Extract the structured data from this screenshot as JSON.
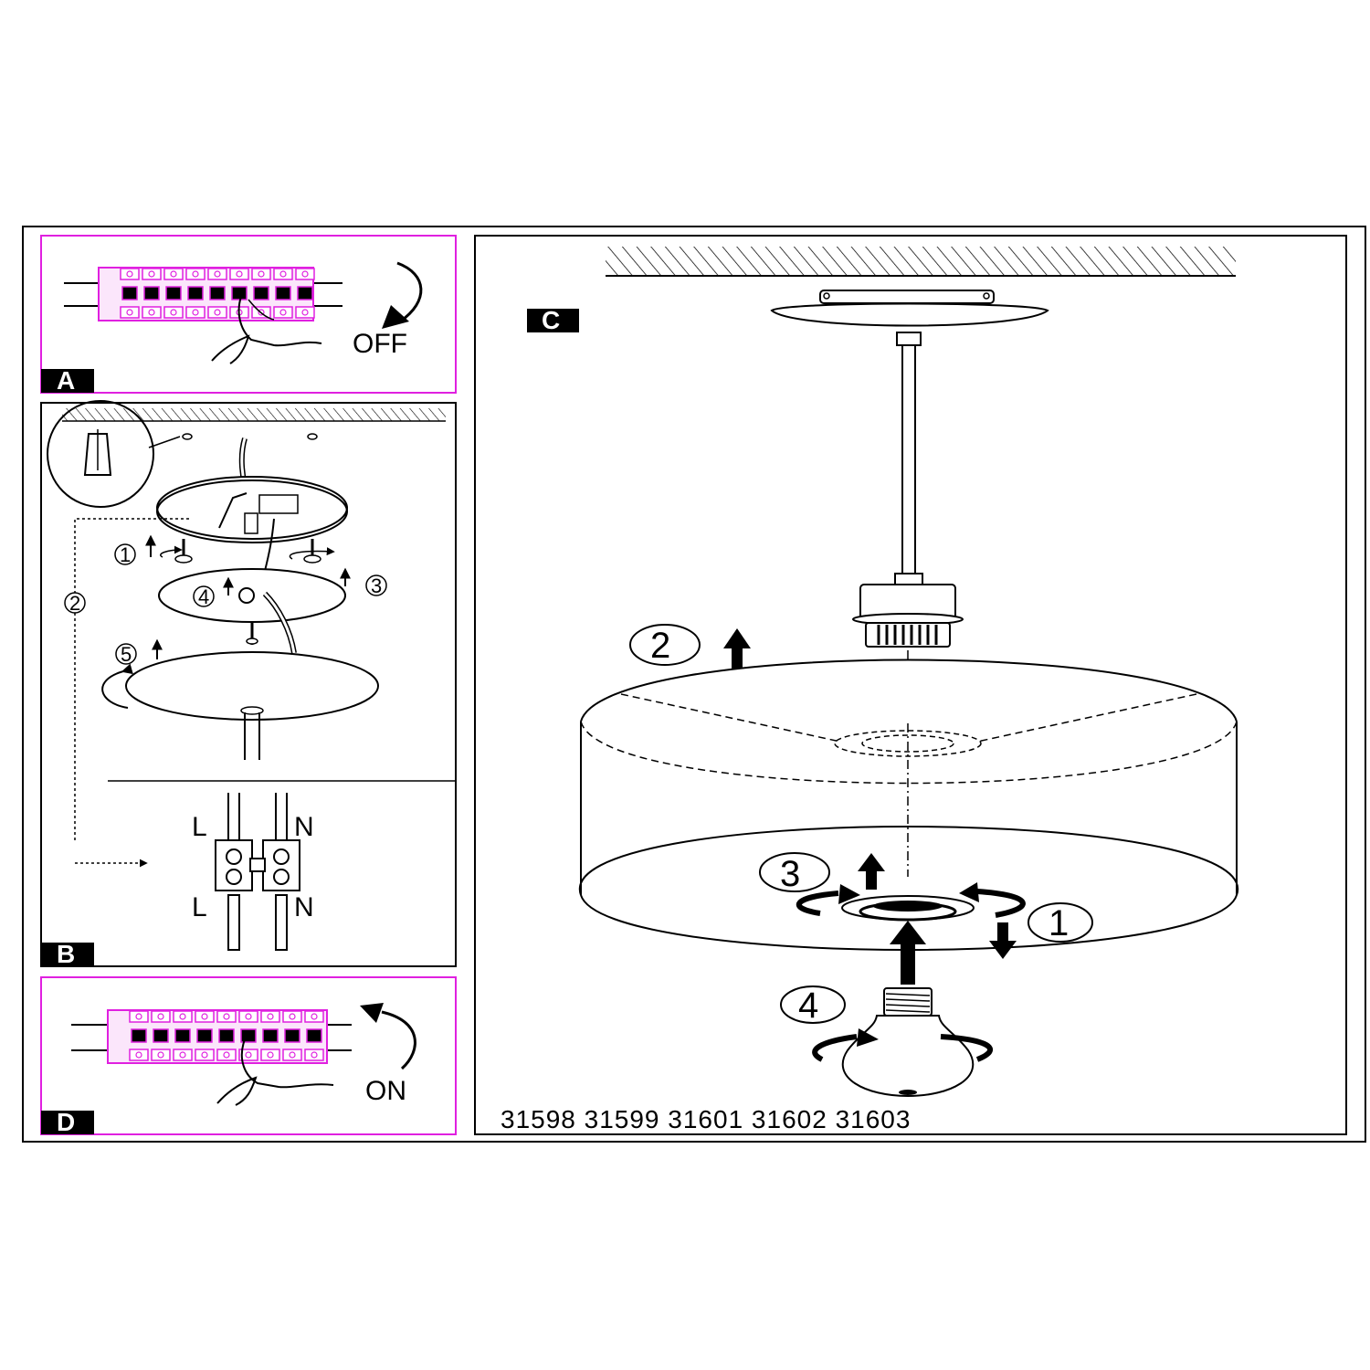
{
  "panels": {
    "a": {
      "tag": "A",
      "label": "OFF"
    },
    "b": {
      "tag": "B",
      "steps": [
        "1",
        "2",
        "3",
        "4",
        "5"
      ],
      "terminal_labels": {
        "top_left": "L",
        "top_right": "N",
        "bottom_left": "L",
        "bottom_right": "N"
      }
    },
    "c": {
      "tag": "C",
      "steps": [
        "1",
        "2",
        "3",
        "4"
      ]
    },
    "d": {
      "tag": "D",
      "label": "ON"
    }
  },
  "model_numbers": "31598 31599 31601 31602 31603",
  "colors": {
    "highlight": "#e020e0",
    "ink": "#000000",
    "paper": "#ffffff"
  }
}
